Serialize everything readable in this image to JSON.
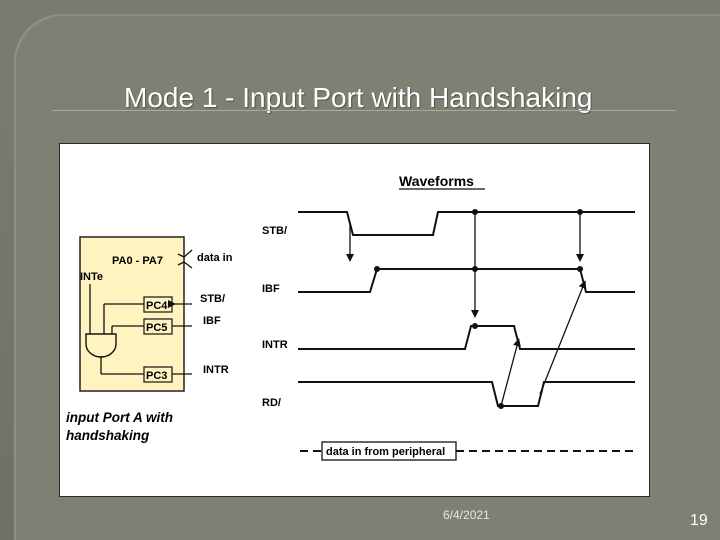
{
  "slide": {
    "title": "Mode 1 - Input Port with Handshaking",
    "date": "6/4/2021",
    "page_number": "19"
  },
  "figure": {
    "waveforms_heading": "Waveforms",
    "port_block": {
      "bus_label": "PA0 - PA7",
      "data_in_label": "data in",
      "inte_label": "INTe",
      "pins": [
        "PC4",
        "PC5",
        "PC3"
      ],
      "pin_signals": [
        "STB/",
        "IBF",
        "INTR"
      ],
      "caption_line1": "input Port A with",
      "caption_line2": "handshaking"
    },
    "signals": [
      "STB/",
      "IBF",
      "INTR",
      "RD/"
    ],
    "data_bus_label": "data in from peripheral",
    "colors": {
      "block_fill": "#fff4c0",
      "block_stroke": "#222222",
      "ink": "#111111"
    }
  }
}
